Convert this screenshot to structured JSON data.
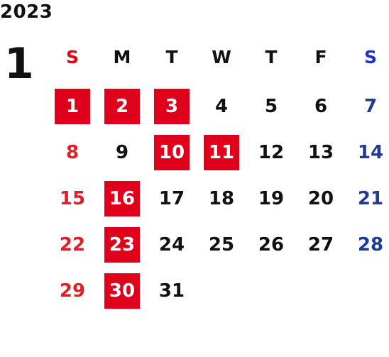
{
  "calendar": {
    "year": "2023",
    "month": "1",
    "weekdays": [
      "S",
      "M",
      "T",
      "W",
      "T",
      "F",
      "S"
    ],
    "weeks": [
      [
        "",
        "",
        "",
        "",
        "",
        "",
        ""
      ],
      [
        "1",
        "2",
        "3",
        "4",
        "5",
        "6",
        "7"
      ],
      [
        "8",
        "9",
        "10",
        "11",
        "12",
        "13",
        "14"
      ],
      [
        "15",
        "16",
        "17",
        "18",
        "19",
        "20",
        "21"
      ],
      [
        "22",
        "23",
        "24",
        "25",
        "26",
        "27",
        "28"
      ],
      [
        "29",
        "30",
        "31",
        "",
        "",
        "",
        ""
      ]
    ],
    "highlighted_days": [
      "1",
      "2",
      "3",
      "10",
      "11",
      "16",
      "23",
      "30"
    ],
    "colors": {
      "sunday": "#e01f26",
      "saturday": "#1f3c96",
      "highlight_bg": "#e0001b",
      "text": "#111111"
    }
  }
}
